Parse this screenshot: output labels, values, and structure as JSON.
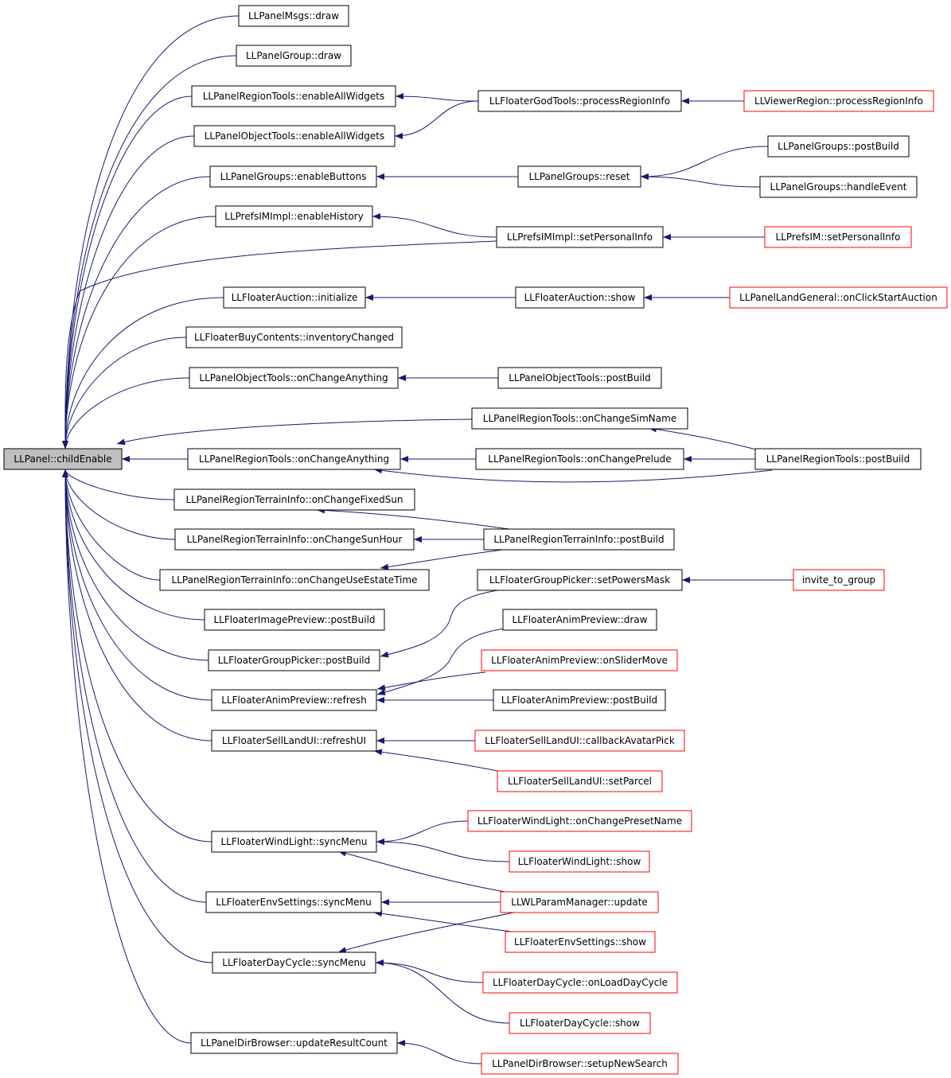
{
  "graph": {
    "root": "LLPanel::childEnable",
    "nodes": {
      "root": {
        "label": "LLPanel::childEnable",
        "style": "root"
      },
      "msgs_draw": {
        "label": "LLPanelMsgs::draw",
        "style": "normal"
      },
      "group_draw": {
        "label": "LLPanelGroup::draw",
        "style": "normal"
      },
      "rt_enable": {
        "label": "LLPanelRegionTools::enableAllWidgets",
        "style": "normal"
      },
      "ot_enable": {
        "label": "LLPanelObjectTools::enableAllWidgets",
        "style": "normal"
      },
      "gt_process": {
        "label": "LLFloaterGodTools::processRegionInfo",
        "style": "normal"
      },
      "vr_process": {
        "label": "LLViewerRegion::processRegionInfo",
        "style": "truncated"
      },
      "groups_postbuild": {
        "label": "LLPanelGroups::postBuild",
        "style": "normal"
      },
      "groups_enable": {
        "label": "LLPanelGroups::enableButtons",
        "style": "normal"
      },
      "groups_reset": {
        "label": "LLPanelGroups::reset",
        "style": "normal"
      },
      "groups_handle": {
        "label": "LLPanelGroups::handleEvent",
        "style": "normal"
      },
      "prefs_history": {
        "label": "LLPrefsIMImpl::enableHistory",
        "style": "normal"
      },
      "prefs_setinfo": {
        "label": "LLPrefsIMImpl::setPersonalInfo",
        "style": "normal"
      },
      "prefsim_setinfo": {
        "label": "LLPrefsIM::setPersonalInfo",
        "style": "truncated"
      },
      "auction_init": {
        "label": "LLFloaterAuction::initialize",
        "style": "normal"
      },
      "auction_show": {
        "label": "LLFloaterAuction::show",
        "style": "normal"
      },
      "land_auction": {
        "label": "LLPanelLandGeneral::onClickStartAuction",
        "style": "truncated"
      },
      "buy_inv": {
        "label": "LLFloaterBuyContents::inventoryChanged",
        "style": "normal"
      },
      "ot_change": {
        "label": "LLPanelObjectTools::onChangeAnything",
        "style": "normal"
      },
      "ot_postbuild": {
        "label": "LLPanelObjectTools::postBuild",
        "style": "normal"
      },
      "rt_simname": {
        "label": "LLPanelRegionTools::onChangeSimName",
        "style": "normal"
      },
      "rt_change": {
        "label": "LLPanelRegionTools::onChangeAnything",
        "style": "normal"
      },
      "rt_prelude": {
        "label": "LLPanelRegionTools::onChangePrelude",
        "style": "normal"
      },
      "rt_postbuild": {
        "label": "LLPanelRegionTools::postBuild",
        "style": "normal"
      },
      "rti_fixedsun": {
        "label": "LLPanelRegionTerrainInfo::onChangeFixedSun",
        "style": "normal"
      },
      "rti_sunhour": {
        "label": "LLPanelRegionTerrainInfo::onChangeSunHour",
        "style": "normal"
      },
      "rti_postbuild": {
        "label": "LLPanelRegionTerrainInfo::postBuild",
        "style": "normal"
      },
      "rti_estate": {
        "label": "LLPanelRegionTerrainInfo::onChangeUseEstateTime",
        "style": "normal"
      },
      "gp_powers": {
        "label": "LLFloaterGroupPicker::setPowersMask",
        "style": "normal"
      },
      "invite_group": {
        "label": "invite_to_group",
        "style": "truncated"
      },
      "ip_postbuild": {
        "label": "LLFloaterImagePreview::postBuild",
        "style": "normal"
      },
      "ap_draw": {
        "label": "LLFloaterAnimPreview::draw",
        "style": "normal"
      },
      "gp_postbuild": {
        "label": "LLFloaterGroupPicker::postBuild",
        "style": "normal"
      },
      "ap_slider": {
        "label": "LLFloaterAnimPreview::onSliderMove",
        "style": "truncated"
      },
      "ap_refresh": {
        "label": "LLFloaterAnimPreview::refresh",
        "style": "normal"
      },
      "ap_postbuild": {
        "label": "LLFloaterAnimPreview::postBuild",
        "style": "normal"
      },
      "sl_refresh": {
        "label": "LLFloaterSellLandUI::refreshUI",
        "style": "normal"
      },
      "sl_avatar": {
        "label": "LLFloaterSellLandUI::callbackAvatarPick",
        "style": "truncated"
      },
      "sl_parcel": {
        "label": "LLFloaterSellLandUI::setParcel",
        "style": "truncated"
      },
      "wl_preset": {
        "label": "LLFloaterWindLight::onChangePresetName",
        "style": "truncated"
      },
      "wl_sync": {
        "label": "LLFloaterWindLight::syncMenu",
        "style": "normal"
      },
      "wl_show": {
        "label": "LLFloaterWindLight::show",
        "style": "truncated"
      },
      "es_sync": {
        "label": "LLFloaterEnvSettings::syncMenu",
        "style": "normal"
      },
      "wlp_update": {
        "label": "LLWLParamManager::update",
        "style": "truncated"
      },
      "es_show": {
        "label": "LLFloaterEnvSettings::show",
        "style": "truncated"
      },
      "dc_sync": {
        "label": "LLFloaterDayCycle::syncMenu",
        "style": "normal"
      },
      "dc_load": {
        "label": "LLFloaterDayCycle::onLoadDayCycle",
        "style": "truncated"
      },
      "dc_show": {
        "label": "LLFloaterDayCycle::show",
        "style": "truncated"
      },
      "db_update": {
        "label": "LLPanelDirBrowser::updateResultCount",
        "style": "normal"
      },
      "db_search": {
        "label": "LLPanelDirBrowser::setupNewSearch",
        "style": "truncated"
      }
    },
    "edges": [
      {
        "from": "msgs_draw",
        "to": "root"
      },
      {
        "from": "group_draw",
        "to": "root"
      },
      {
        "from": "rt_enable",
        "to": "root"
      },
      {
        "from": "ot_enable",
        "to": "root"
      },
      {
        "from": "groups_enable",
        "to": "root"
      },
      {
        "from": "prefs_history",
        "to": "root"
      },
      {
        "from": "prefs_setinfo",
        "to": "root"
      },
      {
        "from": "auction_init",
        "to": "root"
      },
      {
        "from": "buy_inv",
        "to": "root"
      },
      {
        "from": "ot_change",
        "to": "root"
      },
      {
        "from": "rt_simname",
        "to": "root"
      },
      {
        "from": "rt_change",
        "to": "root"
      },
      {
        "from": "rti_fixedsun",
        "to": "root"
      },
      {
        "from": "rti_sunhour",
        "to": "root"
      },
      {
        "from": "rti_estate",
        "to": "root"
      },
      {
        "from": "ip_postbuild",
        "to": "root"
      },
      {
        "from": "gp_postbuild",
        "to": "root"
      },
      {
        "from": "ap_refresh",
        "to": "root"
      },
      {
        "from": "sl_refresh",
        "to": "root"
      },
      {
        "from": "wl_sync",
        "to": "root"
      },
      {
        "from": "es_sync",
        "to": "root"
      },
      {
        "from": "dc_sync",
        "to": "root"
      },
      {
        "from": "db_update",
        "to": "root"
      },
      {
        "from": "gt_process",
        "to": "rt_enable"
      },
      {
        "from": "gt_process",
        "to": "ot_enable"
      },
      {
        "from": "vr_process",
        "to": "gt_process"
      },
      {
        "from": "groups_reset",
        "to": "groups_enable"
      },
      {
        "from": "groups_postbuild",
        "to": "groups_reset"
      },
      {
        "from": "groups_handle",
        "to": "groups_reset"
      },
      {
        "from": "prefs_setinfo",
        "to": "prefs_history"
      },
      {
        "from": "prefsim_setinfo",
        "to": "prefs_setinfo"
      },
      {
        "from": "auction_show",
        "to": "auction_init"
      },
      {
        "from": "land_auction",
        "to": "auction_show"
      },
      {
        "from": "ot_postbuild",
        "to": "ot_change"
      },
      {
        "from": "rt_prelude",
        "to": "rt_change"
      },
      {
        "from": "rt_postbuild",
        "to": "rt_simname"
      },
      {
        "from": "rt_postbuild",
        "to": "rt_prelude"
      },
      {
        "from": "rt_postbuild",
        "to": "rt_change"
      },
      {
        "from": "rti_postbuild",
        "to": "rti_fixedsun"
      },
      {
        "from": "rti_postbuild",
        "to": "rti_sunhour"
      },
      {
        "from": "rti_postbuild",
        "to": "rti_estate"
      },
      {
        "from": "gp_powers",
        "to": "gp_postbuild"
      },
      {
        "from": "invite_group",
        "to": "gp_powers"
      },
      {
        "from": "ap_draw",
        "to": "ap_refresh"
      },
      {
        "from": "ap_slider",
        "to": "ap_refresh"
      },
      {
        "from": "ap_postbuild",
        "to": "ap_refresh"
      },
      {
        "from": "sl_avatar",
        "to": "sl_refresh"
      },
      {
        "from": "sl_parcel",
        "to": "sl_refresh"
      },
      {
        "from": "wl_preset",
        "to": "wl_sync"
      },
      {
        "from": "wl_show",
        "to": "wl_sync"
      },
      {
        "from": "wlp_update",
        "to": "wl_sync"
      },
      {
        "from": "wlp_update",
        "to": "es_sync"
      },
      {
        "from": "wlp_update",
        "to": "dc_sync"
      },
      {
        "from": "es_show",
        "to": "es_sync"
      },
      {
        "from": "dc_load",
        "to": "dc_sync"
      },
      {
        "from": "dc_show",
        "to": "dc_sync"
      },
      {
        "from": "db_search",
        "to": "db_update"
      }
    ],
    "colors": {
      "edge": "#191970",
      "node_border": "#000000",
      "truncated_border": "#ff0000",
      "root_fill": "#bfbfbf",
      "node_fill": "#ffffff"
    }
  }
}
